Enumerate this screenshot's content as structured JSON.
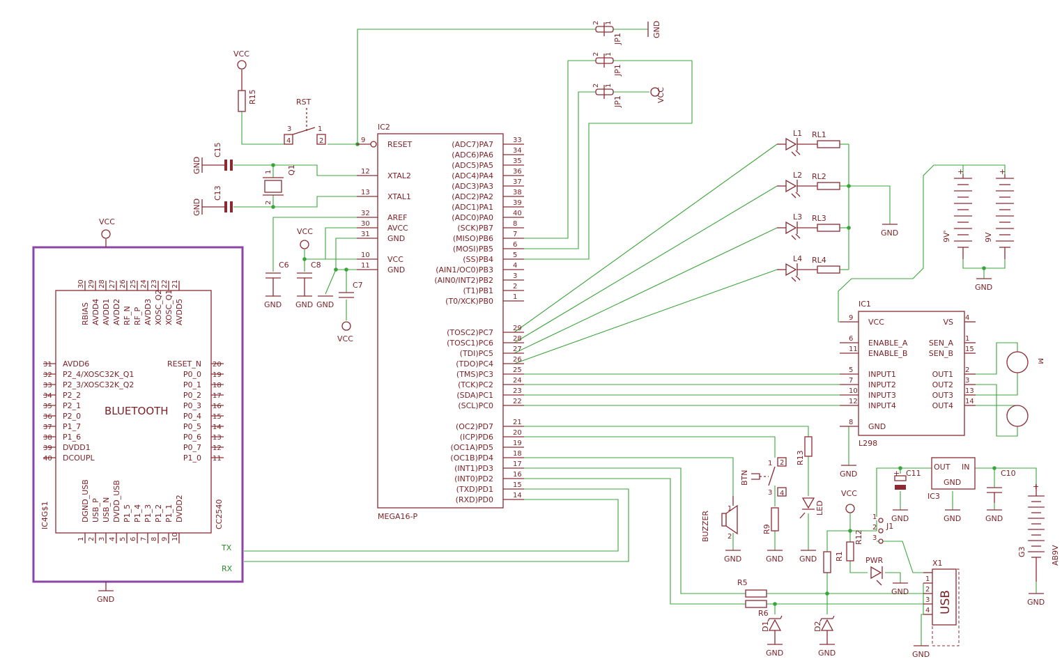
{
  "colors": {
    "wire": "#39a439",
    "component": "#8c2a33",
    "text": "#7a1f25",
    "highlight": "#8b46a8"
  },
  "nets": {
    "vcc": "VCC",
    "gnd": "GND"
  },
  "icons": [
    "resistor",
    "capacitor",
    "crystal",
    "led",
    "diode",
    "push-button",
    "buzzer",
    "battery",
    "motor",
    "jumper",
    "usb-connector"
  ],
  "ic2": {
    "name": "IC2",
    "value": "MEGA16-P",
    "left_pins": [
      {
        "num": "9",
        "label": "RESET"
      },
      {
        "num": "12",
        "label": "XTAL2"
      },
      {
        "num": "13",
        "label": "XTAL1"
      },
      {
        "num": "32",
        "label": "AREF"
      },
      {
        "num": "30",
        "label": "AVCC"
      },
      {
        "num": "31",
        "label": "GND"
      },
      {
        "num": "10",
        "label": "VCC"
      },
      {
        "num": "11",
        "label": "GND"
      }
    ],
    "right_pins": [
      {
        "num": "33",
        "label": "(ADC7)PA7"
      },
      {
        "num": "34",
        "label": "(ADC6)PA6"
      },
      {
        "num": "35",
        "label": "(ADC5)PA5"
      },
      {
        "num": "36",
        "label": "(ADC4)PA4"
      },
      {
        "num": "37",
        "label": "(ADC3)PA3"
      },
      {
        "num": "38",
        "label": "(ADC2)PA2"
      },
      {
        "num": "39",
        "label": "(ADC1)PA1"
      },
      {
        "num": "40",
        "label": "(ADC0)PA0"
      },
      {
        "num": "8",
        "label": "(SCK)PB7"
      },
      {
        "num": "7",
        "label": "(MISO)PB6"
      },
      {
        "num": "6",
        "label": "(MOSI)PB5"
      },
      {
        "num": "5",
        "label": "(SS)PB4"
      },
      {
        "num": "4",
        "label": "(AIN1/OC0)PB3"
      },
      {
        "num": "3",
        "label": "(AIN0/INT2)PB2"
      },
      {
        "num": "2",
        "label": "(T1)PB1"
      },
      {
        "num": "1",
        "label": "(T0/XCK)PB0"
      },
      {
        "num": "29",
        "label": "(TOSC2)PC7"
      },
      {
        "num": "28",
        "label": "(TOSC1)PC6"
      },
      {
        "num": "27",
        "label": "(TDI)PC5"
      },
      {
        "num": "26",
        "label": "(TDO)PC4"
      },
      {
        "num": "25",
        "label": "(TMS)PC3"
      },
      {
        "num": "24",
        "label": "(TCK)PC2"
      },
      {
        "num": "23",
        "label": "(SDA)PC1"
      },
      {
        "num": "22",
        "label": "(SCL)PC0"
      },
      {
        "num": "21",
        "label": "(OC2)PD7"
      },
      {
        "num": "20",
        "label": "(ICP)PD6"
      },
      {
        "num": "19",
        "label": "(OC1A)PD5"
      },
      {
        "num": "18",
        "label": "(OC1B)PD4"
      },
      {
        "num": "17",
        "label": "(INT1)PD3"
      },
      {
        "num": "16",
        "label": "(INT0)PD2"
      },
      {
        "num": "15",
        "label": "(TXD)PD1"
      },
      {
        "num": "14",
        "label": "(RXD)PD0"
      }
    ]
  },
  "ic1": {
    "name": "IC1",
    "value": "L298",
    "left_pins": [
      {
        "num": "9",
        "label": "VCC"
      },
      {
        "num": "6",
        "label": "ENABLE_A"
      },
      {
        "num": "11",
        "label": "ENABLE_B"
      },
      {
        "num": "5",
        "label": "INPUT1"
      },
      {
        "num": "7",
        "label": "INPUT2"
      },
      {
        "num": "10",
        "label": "INPUT3"
      },
      {
        "num": "12",
        "label": "INPUT4"
      },
      {
        "num": "8",
        "label": "GND"
      }
    ],
    "right_pins": [
      {
        "num": "4",
        "label": "VS"
      },
      {
        "num": "1",
        "label": "SEN_A"
      },
      {
        "num": "15",
        "label": "SEN_B"
      },
      {
        "num": "2",
        "label": "OUT1"
      },
      {
        "num": "3",
        "label": "OUT2"
      },
      {
        "num": "13",
        "label": "OUT3"
      },
      {
        "num": "14",
        "label": "OUT4"
      }
    ]
  },
  "bt": {
    "name": "IC4G$1",
    "value": "CC2540",
    "title": "BLUETOOTH",
    "tx": "TX",
    "rx": "RX",
    "top_pins": [
      {
        "num": "30",
        "label": "RBIAS"
      },
      {
        "num": "29",
        "label": "AVDD4"
      },
      {
        "num": "28",
        "label": "AVDD1"
      },
      {
        "num": "27",
        "label": "AVDD2"
      },
      {
        "num": "26",
        "label": "RF_N"
      },
      {
        "num": "25",
        "label": "RF_P"
      },
      {
        "num": "24",
        "label": "AVDD3"
      },
      {
        "num": "23",
        "label": "XOSC_Q2"
      },
      {
        "num": "22",
        "label": "XOSC_Q1"
      },
      {
        "num": "21",
        "label": "AVDD5"
      }
    ],
    "left_pins": [
      {
        "num": "31",
        "label": "AVDD6"
      },
      {
        "num": "32",
        "label": "P2_4/XOSC32K_Q1"
      },
      {
        "num": "33",
        "label": "P2_3/XOSC32K_Q2"
      },
      {
        "num": "34",
        "label": "P2_2"
      },
      {
        "num": "35",
        "label": "P2_1"
      },
      {
        "num": "36",
        "label": "P2_0"
      },
      {
        "num": "37",
        "label": "P1_7"
      },
      {
        "num": "38",
        "label": "P1_6"
      },
      {
        "num": "39",
        "label": "DVDD1"
      },
      {
        "num": "40",
        "label": "DCOUPL"
      }
    ],
    "right_pins": [
      {
        "num": "20",
        "label": "RESET_N"
      },
      {
        "num": "19",
        "label": "P0_0"
      },
      {
        "num": "18",
        "label": "P0_1"
      },
      {
        "num": "17",
        "label": "P0_2"
      },
      {
        "num": "16",
        "label": "P0_3"
      },
      {
        "num": "15",
        "label": "P0_4"
      },
      {
        "num": "14",
        "label": "P0_5"
      },
      {
        "num": "13",
        "label": "P0_6"
      },
      {
        "num": "12",
        "label": "P0_7"
      },
      {
        "num": "11",
        "label": "P1_0"
      }
    ],
    "bottom_pins": [
      {
        "num": "1",
        "label": "DGND_USB"
      },
      {
        "num": "2",
        "label": "USB_P"
      },
      {
        "num": "3",
        "label": "USB_N"
      },
      {
        "num": "4",
        "label": "DVDD_USB"
      },
      {
        "num": "5",
        "label": "P1_5"
      },
      {
        "num": "6",
        "label": "P1_4"
      },
      {
        "num": "7",
        "label": "P1_3"
      },
      {
        "num": "8",
        "label": "P1_2"
      },
      {
        "num": "9",
        "label": "P1_1"
      },
      {
        "num": "10",
        "label": "DVDD2"
      }
    ]
  },
  "parts": {
    "r15": "R15",
    "rst": "RST",
    "sw_pins": [
      "3",
      "1",
      "4",
      "2"
    ],
    "c15": "C15",
    "c13": "C13",
    "q1": "Q1",
    "q1_pins": [
      "1",
      "2"
    ],
    "c6": "C6",
    "c8": "C8",
    "c7": "C7",
    "jp1": "JP1",
    "jp_pins": [
      "2",
      "1"
    ],
    "leds": [
      "L1",
      "L2",
      "L3",
      "L4"
    ],
    "rls": [
      "RL1",
      "RL2",
      "RL3",
      "RL4"
    ],
    "batt_a": "9V'",
    "batt_b": "9V",
    "batt_plus": "+",
    "motor_mark": "M",
    "r13": "R13",
    "r9": "R9",
    "btn": "BTN",
    "btn_pins": [
      "1",
      "2",
      "3",
      "4"
    ],
    "led": "LED",
    "buzzer": "BUZZER",
    "buzzer_pins": [
      "1",
      "2"
    ],
    "ic3": "IC3",
    "ic3_out": "OUT",
    "ic3_in": "IN",
    "ic3_gnd": "GND",
    "c11": "C11",
    "c10": "C10",
    "g3": "G3",
    "ab9v": "AB9V",
    "j1": "J1",
    "j1_pins": [
      "1",
      "2",
      "3"
    ],
    "r12": "R12",
    "r1": "R1",
    "pwr": "PWR",
    "r5": "R5",
    "r6": "R6",
    "d1": "D1",
    "d2": "D2",
    "x1": "X1",
    "usb": "USB",
    "usb_pins": [
      "1",
      "2",
      "3",
      "4"
    ]
  }
}
